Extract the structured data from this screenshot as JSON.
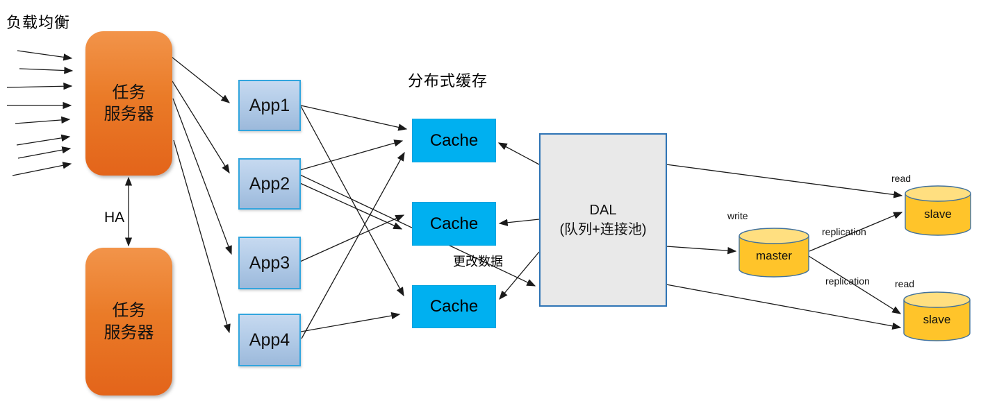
{
  "diagram": {
    "labels": {
      "load_balancing": "负载均衡",
      "distributed_cache": "分布式缓存",
      "ha": "HA",
      "change_data": "更改数据",
      "write": "write",
      "read_top": "read",
      "read_bottom": "read",
      "replication_top": "replication",
      "replication_bottom": "replication"
    },
    "nodes": {
      "task_server_1": {
        "line1": "任务",
        "line2": "服务器"
      },
      "task_server_2": {
        "line1": "任务",
        "line2": "服务器"
      },
      "apps": [
        {
          "label": "App1"
        },
        {
          "label": "App2"
        },
        {
          "label": "App3"
        },
        {
          "label": "App4"
        }
      ],
      "caches": [
        {
          "label": "Cache"
        },
        {
          "label": "Cache"
        },
        {
          "label": "Cache"
        }
      ],
      "dal": {
        "line1": "DAL",
        "line2": "(队列+连接池)"
      },
      "master": {
        "label": "master"
      },
      "slave_top": {
        "label": "slave"
      },
      "slave_bottom": {
        "label": "slave"
      }
    },
    "colors": {
      "server_orange_top": "#F2944A",
      "server_orange_bottom": "#E3641A",
      "app_fill_top": "#C6D9F0",
      "app_fill_bottom": "#9CB9DB",
      "app_border": "#31A5DE",
      "cache_fill": "#00B0F0",
      "dal_fill": "#E9E9E9",
      "dal_border": "#2E74B5",
      "db_fill": "#FFC42A",
      "db_top_fill": "#FFDF80",
      "db_border": "#41719C",
      "arrow": "#1a1a1a"
    },
    "edges": [
      {
        "n": "request-1",
        "p": [
          25,
          73,
          103,
          84
        ]
      },
      {
        "n": "request-2",
        "p": [
          28,
          99,
          104,
          102
        ]
      },
      {
        "n": "request-3",
        "p": [
          10,
          126,
          103,
          124
        ]
      },
      {
        "n": "request-4",
        "p": [
          10,
          152,
          102,
          152
        ]
      },
      {
        "n": "request-5",
        "p": [
          22,
          178,
          100,
          172
        ]
      },
      {
        "n": "request-6",
        "p": [
          24,
          209,
          100,
          197
        ]
      },
      {
        "n": "request-7",
        "p": [
          26,
          228,
          101,
          214
        ]
      },
      {
        "n": "request-8",
        "p": [
          18,
          253,
          102,
          236
        ]
      },
      {
        "n": "server1-app1",
        "p": [
          247,
          82,
          330,
          148
        ]
      },
      {
        "n": "server1-app2",
        "p": [
          248,
          117,
          330,
          249
        ]
      },
      {
        "n": "server1-app3",
        "p": [
          249,
          142,
          333,
          366
        ]
      },
      {
        "n": "server1-app4",
        "p": [
          250,
          202,
          330,
          479
        ]
      },
      {
        "n": "ha-link",
        "p": [
          185,
          256,
          185,
          354
        ],
        "h": "both"
      },
      {
        "n": "app1-cache1",
        "p": [
          433,
          152,
          585,
          186
        ]
      },
      {
        "n": "app1-cache3",
        "p": [
          433,
          153,
          581,
          426
        ]
      },
      {
        "n": "app2-cache1",
        "p": [
          432,
          245,
          579,
          203
        ]
      },
      {
        "n": "app2-cache2",
        "p": [
          432,
          264,
          578,
          330
        ]
      },
      {
        "n": "app3-cache2",
        "p": [
          432,
          377,
          581,
          310
        ]
      },
      {
        "n": "app4-cache1",
        "p": [
          434,
          488,
          582,
          220
        ]
      },
      {
        "n": "app4-cache3",
        "p": [
          433,
          478,
          575,
          453
        ]
      },
      {
        "n": "app2-dal-change-data",
        "p": [
          432,
          252,
          770,
          412
        ]
      },
      {
        "n": "dal-cache1",
        "p": [
          776,
          237,
          718,
          206
        ]
      },
      {
        "n": "dal-cache2",
        "p": [
          776,
          316,
          719,
          322
        ]
      },
      {
        "n": "dal-cache3",
        "p": [
          776,
          363,
          719,
          431
        ]
      },
      {
        "n": "dal-slave-top-read",
        "p": [
          959,
          237,
          1298,
          282
        ]
      },
      {
        "n": "dal-master-write",
        "p": [
          959,
          355,
          1059,
          362
        ]
      },
      {
        "n": "dal-slave-bottom-read",
        "p": [
          959,
          410,
          1296,
          472
        ]
      },
      {
        "n": "master-slave-top-replication",
        "p": [
          1165,
          362,
          1298,
          306
        ]
      },
      {
        "n": "master-slave-bottom-replication",
        "p": [
          1164,
          369,
          1296,
          452
        ]
      }
    ]
  }
}
